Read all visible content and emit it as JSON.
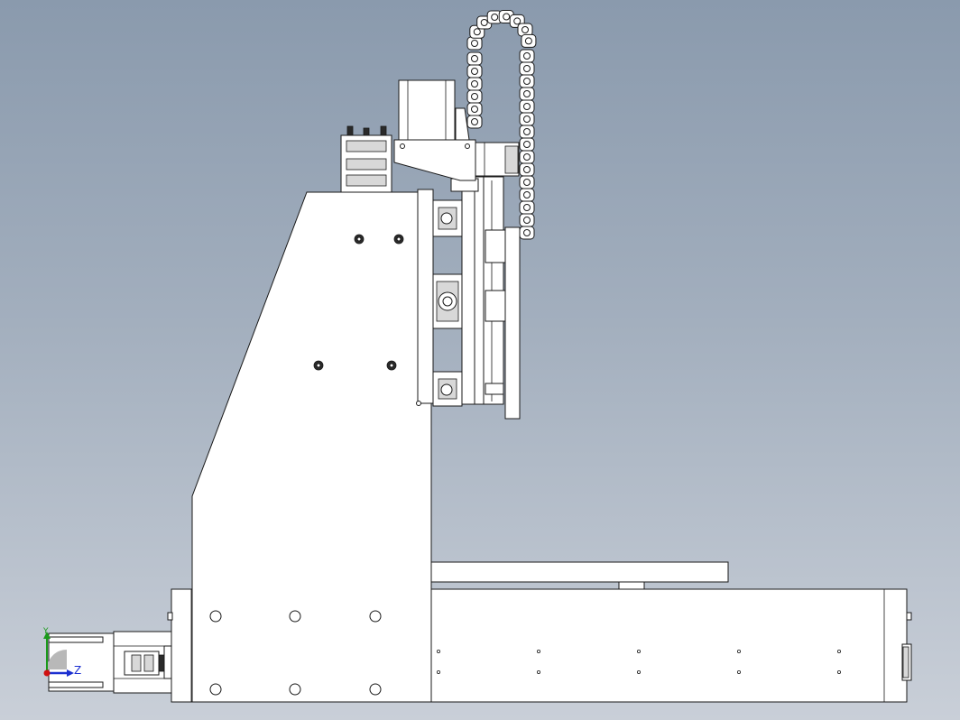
{
  "viewport": {
    "view_name": "side-view",
    "background_top": "#8a9aad",
    "background_bottom": "#c9cfd8",
    "line_color": "#1a1a1a",
    "part_fill": "#ffffff"
  },
  "triad": {
    "z_label": "Z",
    "y_label": "Y",
    "z_color": "#1b2fd1",
    "y_color": "#1a9a1a",
    "x_color": "#d01010"
  },
  "assembly": {
    "components": [
      "base-rail",
      "gantry-column",
      "z-axis-carriage",
      "stepper-motor-top",
      "cable-drag-chain",
      "spindle-mount-plate",
      "stepper-motor-side",
      "shaft-coupling",
      "work-table"
    ]
  }
}
